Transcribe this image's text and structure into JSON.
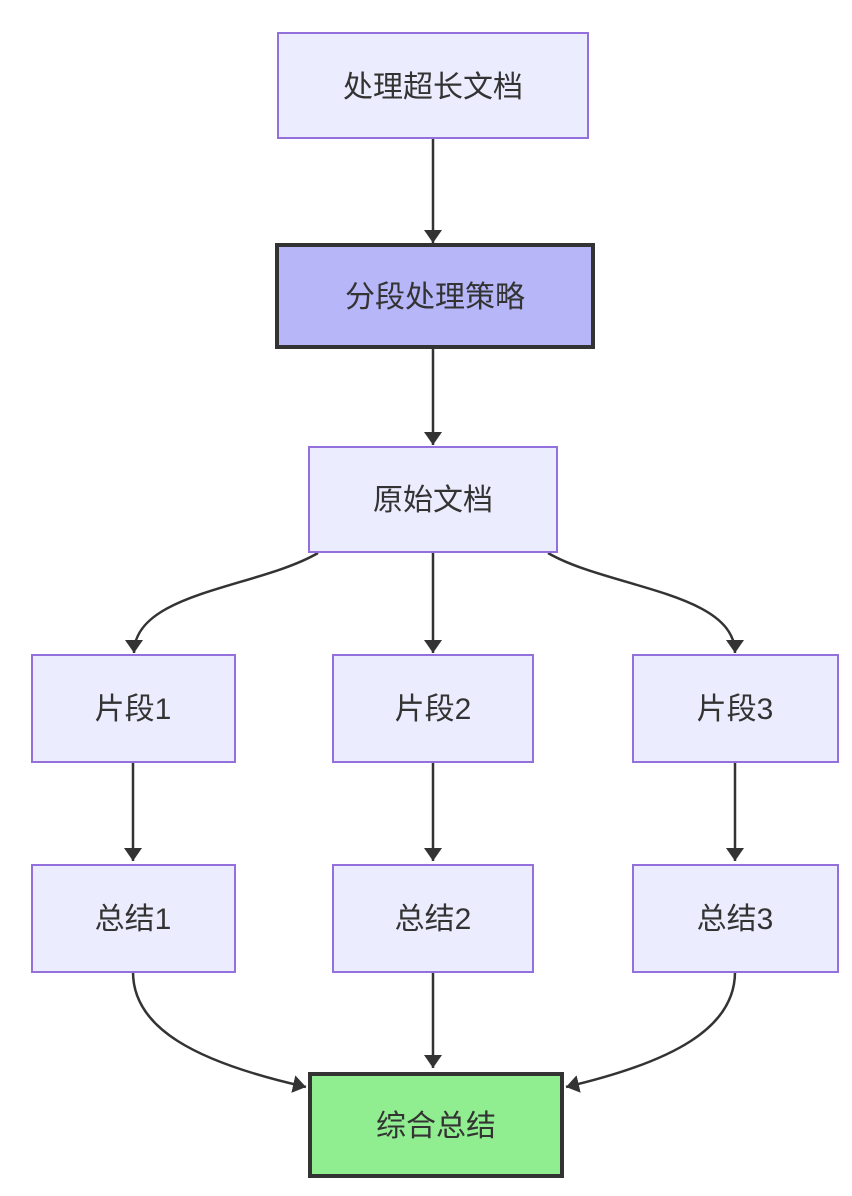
{
  "diagram": {
    "type": "flowchart-top-down",
    "nodes": [
      {
        "id": "A",
        "label": "处理超长文档",
        "style": "default"
      },
      {
        "id": "B",
        "label": "分段处理策略",
        "style": "highlight-purple"
      },
      {
        "id": "C",
        "label": "原始文档",
        "style": "default"
      },
      {
        "id": "D",
        "label": "片段1",
        "style": "default"
      },
      {
        "id": "E",
        "label": "片段2",
        "style": "default"
      },
      {
        "id": "F",
        "label": "片段3",
        "style": "default"
      },
      {
        "id": "G",
        "label": "总结1",
        "style": "default"
      },
      {
        "id": "H",
        "label": "总结2",
        "style": "default"
      },
      {
        "id": "I",
        "label": "总结3",
        "style": "default"
      },
      {
        "id": "J",
        "label": "综合总结",
        "style": "highlight-green"
      }
    ],
    "edges": [
      {
        "from": "A",
        "to": "B"
      },
      {
        "from": "B",
        "to": "C"
      },
      {
        "from": "C",
        "to": "D"
      },
      {
        "from": "C",
        "to": "E"
      },
      {
        "from": "C",
        "to": "F"
      },
      {
        "from": "D",
        "to": "G"
      },
      {
        "from": "E",
        "to": "H"
      },
      {
        "from": "F",
        "to": "I"
      },
      {
        "from": "G",
        "to": "J"
      },
      {
        "from": "H",
        "to": "J"
      },
      {
        "from": "I",
        "to": "J"
      }
    ],
    "colors": {
      "node_fill": "#ECECFF",
      "node_border": "#9370DB",
      "highlight_purple_fill": "#B6B6F8",
      "highlight_green_fill": "#90EE90",
      "highlight_border": "#333333",
      "edge": "#333333",
      "text": "#333333",
      "background": "#FFFFFF"
    }
  }
}
